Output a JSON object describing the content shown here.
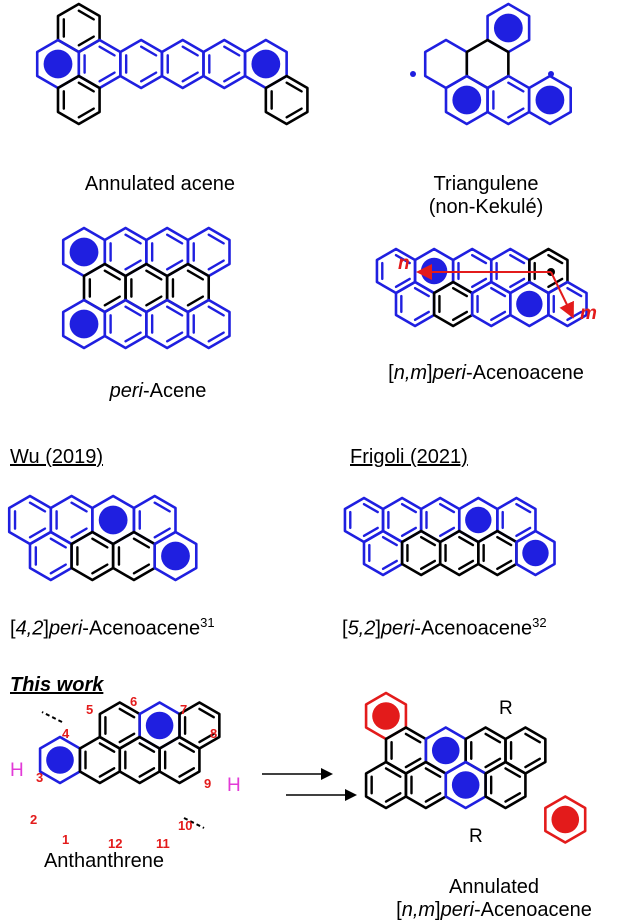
{
  "labels": {
    "annulated_acene": "Annulated acene",
    "triangulene_1": "Triangulene",
    "triangulene_2": "(non-Kekulé)",
    "peri_acene_it": "peri",
    "peri_acene_rest": "-Acene",
    "nm_open": "[",
    "nm_nm": "n,m",
    "nm_close": "]",
    "nm_peri": "peri",
    "nm_rest": "-Acenoacene",
    "wu": "Wu (2019)",
    "frigoli": "Frigoli (2021)",
    "a42_open": "[",
    "a42_nums": "4,2",
    "a42_close": "]",
    "a42_peri": "peri",
    "a42_rest": "-Acenoacene",
    "a42_ref": "31",
    "a52_open": "[",
    "a52_nums": "5,2",
    "a52_close": "]",
    "a52_peri": "peri",
    "a52_rest": "-Acenoacene",
    "a52_ref": "32",
    "this_work": "This work",
    "anthanthrene": "Anthanthrene",
    "product_1": "Annulated",
    "product_2_open": "[",
    "product_2_nm": "n,m",
    "product_2_close": "]",
    "product_2_peri": "peri",
    "product_2_rest": "-Acenoacene",
    "arrow_n": "n",
    "arrow_m": "m",
    "h_left": "H",
    "h_right": "H",
    "r_top": "R",
    "r_bottom": "R"
  },
  "positions": [
    "1",
    "2",
    "3",
    "4",
    "5",
    "6",
    "7",
    "8",
    "9",
    "10",
    "11",
    "12"
  ],
  "colors": {
    "blue": "#1f1fe0",
    "black": "#000000",
    "red": "#e31b1b",
    "magenta": "#e23ad7"
  }
}
